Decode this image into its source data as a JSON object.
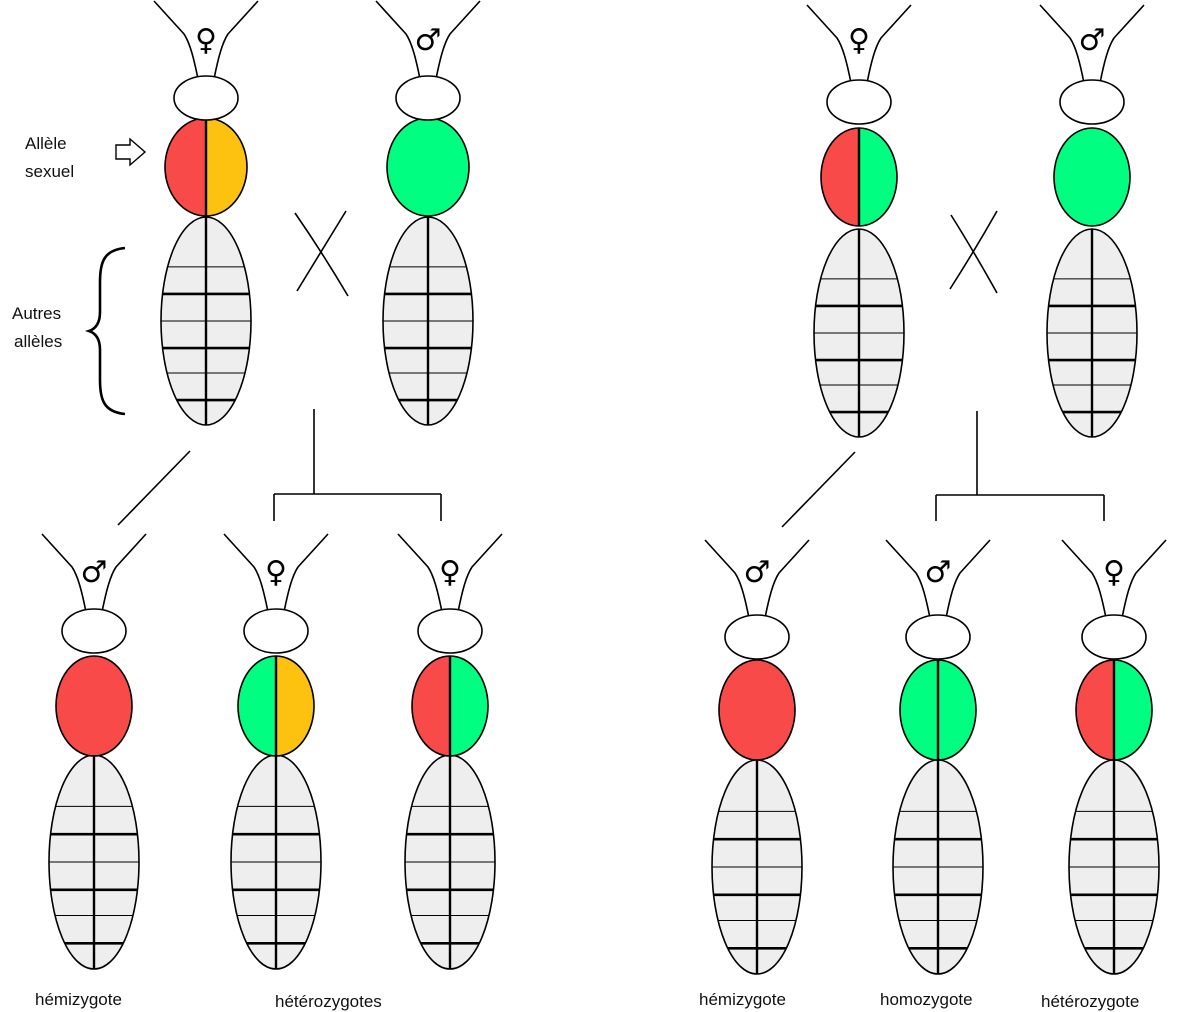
{
  "colors": {
    "red": "#f94a4a",
    "yellow": "#fdc10f",
    "green": "#00ff80",
    "abdomen": "#eeeeee",
    "head": "#ffffff",
    "line": "#000000"
  },
  "labels": {
    "allele_sexuel": [
      "Allèle",
      "sexuel"
    ],
    "autres_alleles": [
      "Autres",
      "allèles"
    ],
    "cross_symbol": "X"
  },
  "panels": [
    {
      "parents": [
        {
          "sex": "♀",
          "thorax": [
            "red",
            "yellow"
          ]
        },
        {
          "sex": "♂",
          "thorax": [
            "green"
          ]
        }
      ],
      "offspring": [
        {
          "sex": "♂",
          "thorax": [
            "red"
          ]
        },
        {
          "sex": "♀",
          "thorax": [
            "green",
            "yellow"
          ]
        },
        {
          "sex": "♀",
          "thorax": [
            "red",
            "green"
          ]
        }
      ],
      "captions": [
        "hémizygote",
        "hétérozygotes"
      ]
    },
    {
      "parents": [
        {
          "sex": "♀",
          "thorax": [
            "red",
            "green"
          ]
        },
        {
          "sex": "♂",
          "thorax": [
            "green"
          ]
        }
      ],
      "offspring": [
        {
          "sex": "♂",
          "thorax": [
            "red"
          ]
        },
        {
          "sex": "♂",
          "thorax": [
            "green",
            "green"
          ]
        },
        {
          "sex": "♀",
          "thorax": [
            "red",
            "green"
          ]
        }
      ],
      "captions": [
        "hémizygote",
        "homozygote",
        "hétérozygote"
      ]
    }
  ]
}
